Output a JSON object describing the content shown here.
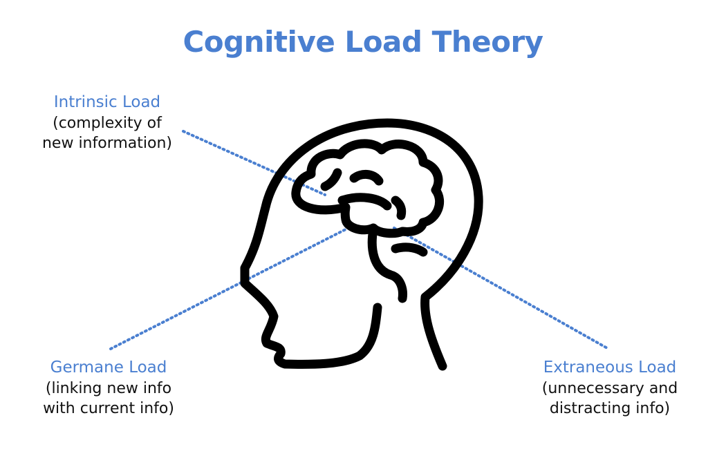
{
  "title": "Cognitive Load Theory",
  "labels": {
    "intrinsic": {
      "name": "Intrinsic Load",
      "desc_line1": "(complexity of",
      "desc_line2": "new information)"
    },
    "germane": {
      "name": "Germane Load",
      "desc_line1": "(linking new info",
      "desc_line2": "with current info)"
    },
    "extraneous": {
      "name": "Extraneous Load",
      "desc_line1": "(unnecessary and",
      "desc_line2": "distracting info)"
    }
  },
  "colors": {
    "accent": "#4a7fd0",
    "text": "#111111",
    "icon": "#000000"
  },
  "icons": {
    "head": "head-with-brain-icon"
  }
}
